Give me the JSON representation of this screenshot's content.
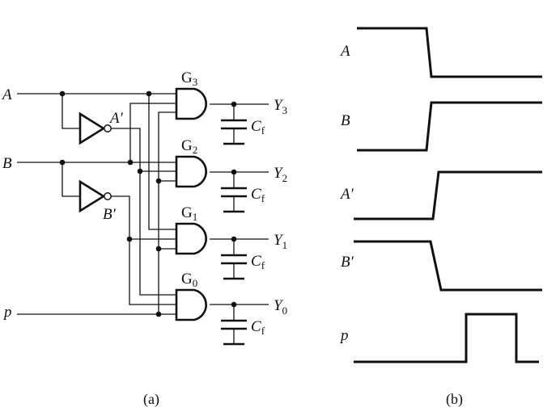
{
  "circuit": {
    "caption": "(a)",
    "inputs": {
      "a": "A",
      "b": "B",
      "p": "p"
    },
    "inverters": [
      {
        "label": "A",
        "prime": "′"
      },
      {
        "label": "B",
        "prime": "′"
      }
    ],
    "gates": [
      {
        "name": "G",
        "sub": "3",
        "output": "Y",
        "output_sub": "3",
        "cap": "C",
        "cap_sub": "f"
      },
      {
        "name": "G",
        "sub": "2",
        "output": "Y",
        "output_sub": "2",
        "cap": "C",
        "cap_sub": "f"
      },
      {
        "name": "G",
        "sub": "1",
        "output": "Y",
        "output_sub": "1",
        "cap": "C",
        "cap_sub": "f"
      },
      {
        "name": "G",
        "sub": "0",
        "output": "Y",
        "output_sub": "0",
        "cap": "C",
        "cap_sub": "f"
      }
    ]
  },
  "waveforms": {
    "caption": "(b)",
    "signals": [
      {
        "label": "A",
        "prime": "",
        "initial": 1,
        "final": 0,
        "transition": "fall"
      },
      {
        "label": "B",
        "prime": "",
        "initial": 0,
        "final": 1,
        "transition": "rise"
      },
      {
        "label": "A",
        "prime": "′",
        "initial": 0,
        "final": 1,
        "transition": "rise-delayed"
      },
      {
        "label": "B",
        "prime": "′",
        "initial": 1,
        "final": 0,
        "transition": "fall-delayed"
      },
      {
        "label": "p",
        "prime": "",
        "initial": 0,
        "final": 0,
        "transition": "pulse"
      }
    ]
  }
}
